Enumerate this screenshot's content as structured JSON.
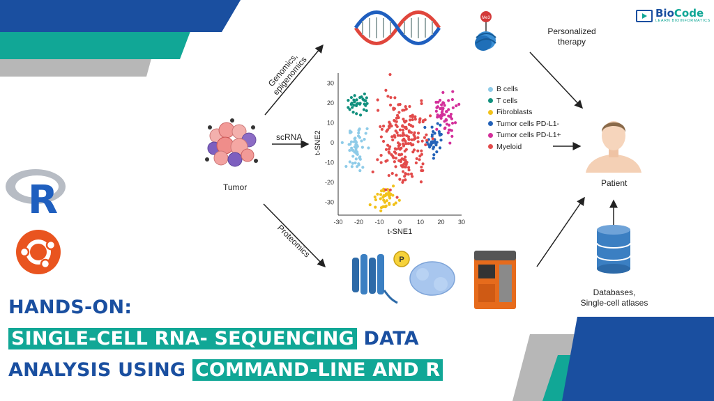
{
  "brand": {
    "name_part1": "Bio",
    "name_part2": "Code",
    "tagline": "LEARN BIOINFORMATICS"
  },
  "title": {
    "line1": "HANDS-ON:",
    "line2_highlight": "SINGLE-CELL RNA- SEQUENCING",
    "line2_rest": " DATA",
    "line3_rest": "ANALYSIS USING ",
    "line3_highlight": "COMMAND-LINE AND R"
  },
  "diagram": {
    "tumor_label": "Tumor",
    "arrow_genomics": "Genomics,\nepigenomics",
    "arrow_scrna": "scRNA",
    "arrow_proteomics": "Proteomics",
    "methyl_tag": "Me3",
    "phospho_tag": "P",
    "personalized_therapy": "Personalized\ntherapy",
    "patient_label": "Patient",
    "databases_label": "Databases,\nSingle-cell atlases"
  },
  "chart_data": {
    "type": "scatter",
    "xlabel": "t-SNE1",
    "ylabel": "t-SNE2",
    "xlim": [
      -30,
      30
    ],
    "ylim": [
      -35,
      35
    ],
    "xticks": [
      -30,
      -20,
      -10,
      0,
      10,
      20,
      30
    ],
    "yticks": [
      30,
      20,
      10,
      0,
      -10,
      -20,
      -30
    ],
    "series": [
      {
        "name": "B cells",
        "color": "#8ecbe8",
        "center": [
          -20,
          -3
        ],
        "spread": [
          5,
          9
        ],
        "count": 55
      },
      {
        "name": "T cells",
        "color": "#12907e",
        "center": [
          -20,
          20
        ],
        "spread": [
          5,
          5
        ],
        "count": 35
      },
      {
        "name": "Fibroblasts",
        "color": "#f2c21b",
        "center": [
          -7,
          -28
        ],
        "spread": [
          5,
          5
        ],
        "count": 40
      },
      {
        "name": "Tumor cells PD-L1-",
        "color": "#2462b8",
        "center": [
          17,
          2
        ],
        "spread": [
          4,
          6
        ],
        "count": 35
      },
      {
        "name": "Tumor cells PD-L1+",
        "color": "#d32f9a",
        "center": [
          23,
          14
        ],
        "spread": [
          5,
          9
        ],
        "count": 55
      },
      {
        "name": "Myeloid",
        "color": "#e24b4b",
        "center": [
          2,
          0
        ],
        "spread": [
          11,
          20
        ],
        "count": 200
      }
    ]
  },
  "colors": {
    "navy": "#1a4fa0",
    "teal": "#11a796",
    "gray": "#b5b5b5",
    "r_orange_ubuntu": "#e9541f"
  },
  "icons": [
    "r-logo-icon",
    "ubuntu-icon",
    "dna-icon",
    "chromatin-icon",
    "receptor-icon",
    "protein-icon",
    "sequencer-icon",
    "database-icon",
    "patient-icon",
    "tumor-cells-icon"
  ]
}
